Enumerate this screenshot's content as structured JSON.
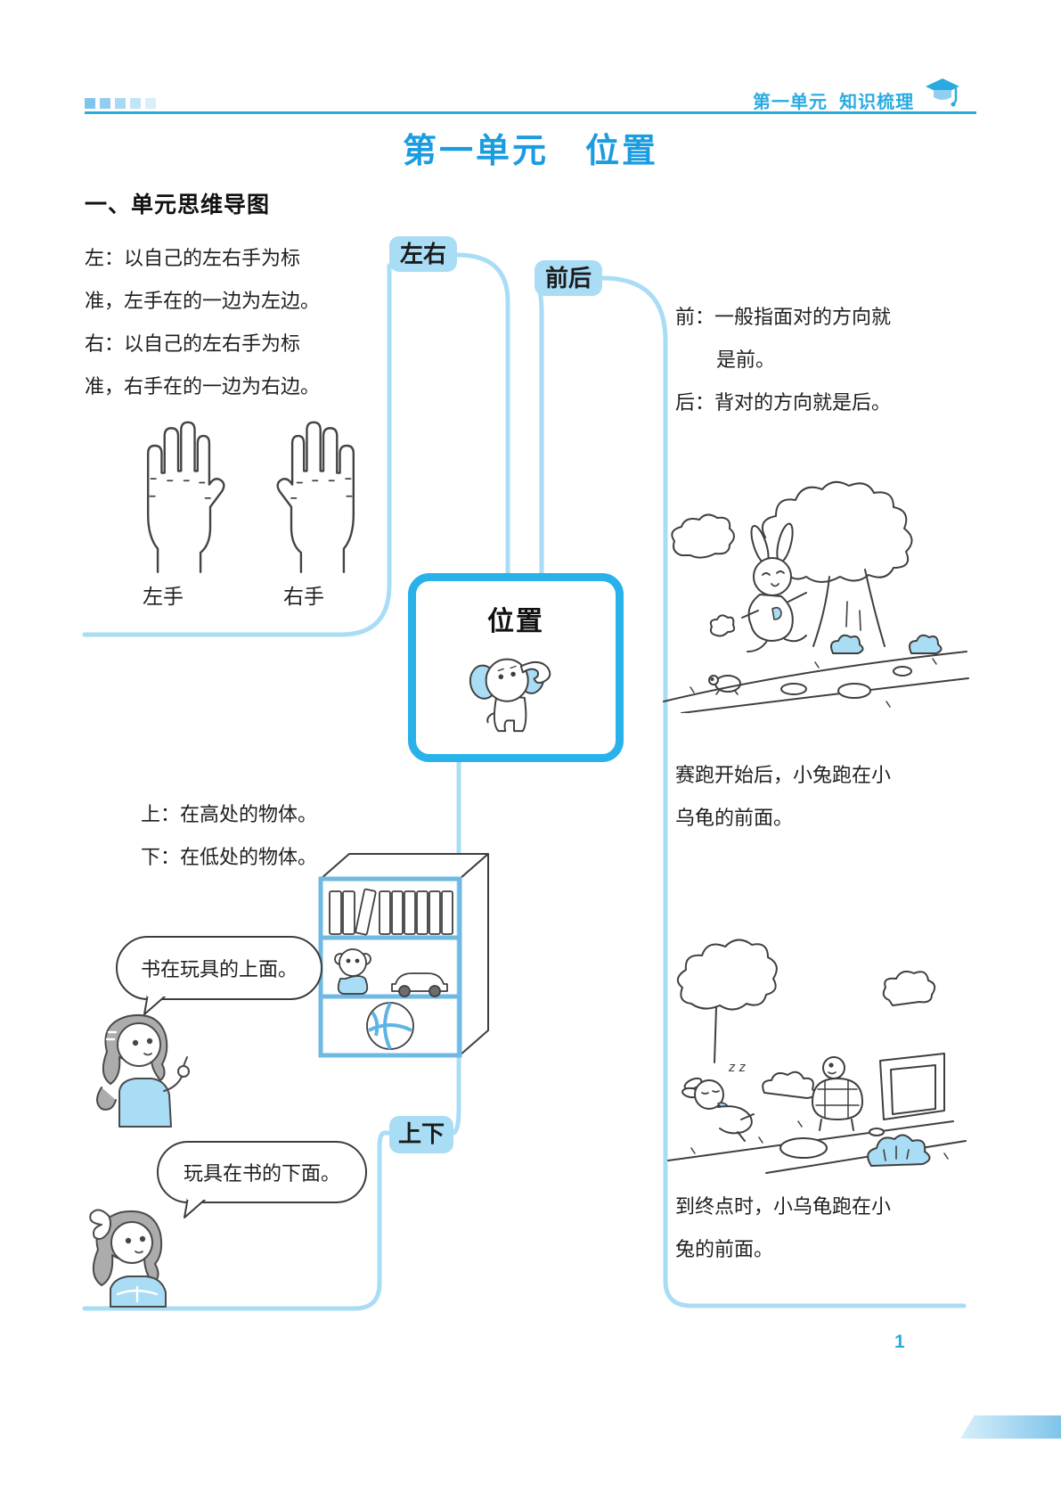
{
  "header": {
    "unit": "第一单元",
    "section": "知识梳理",
    "title": "第一单元　位置",
    "subsection": "一、单元思维导图"
  },
  "mindmap": {
    "center": "位置",
    "branches": {
      "left_right": "左右",
      "front_back": "前后",
      "up_down": "上下"
    },
    "left_right": {
      "lines": [
        "左：以自己的左右手为标",
        "准，左手在的一边为左边。",
        "右：以自己的左右手为标",
        "准，右手在的一边为右边。"
      ],
      "left_hand_label": "左手",
      "right_hand_label": "右手"
    },
    "front_back": {
      "lines": [
        "前：一般指面对的方向就",
        "是前。",
        "后：背对的方向就是后。"
      ],
      "caption1_lines": [
        "赛跑开始后，小兔跑在小",
        "乌龟的前面。"
      ],
      "caption2_lines": [
        "到终点时，小乌龟跑在小",
        "兔的前面。"
      ],
      "sleep_marks": "z z"
    },
    "up_down": {
      "lines": [
        "上：在高处的物体。",
        "下：在低处的物体。"
      ],
      "bubble_top": "书在玩具的上面。",
      "bubble_bottom": "玩具在书的下面。"
    }
  },
  "footer": {
    "page_number": "1"
  },
  "colors": {
    "accent": "#29ABE2",
    "light_blue": "#A9DCF5",
    "title_blue": "#1B9CE0"
  }
}
